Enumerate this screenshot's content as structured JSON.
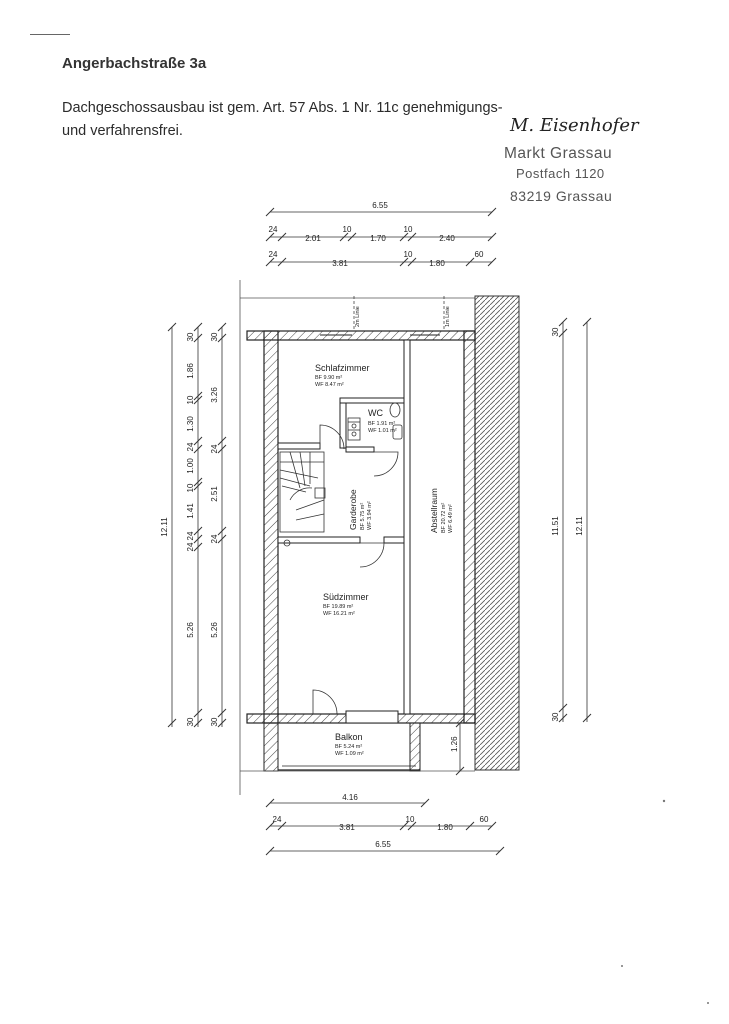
{
  "header": {
    "title": "Angerbachstraße 3a",
    "notice_line1": "Dachgeschossausbau ist gem. Art. 57 Abs. 1 Nr. 11c genehmigungs-",
    "notice_line2": "und verfahrensfrei."
  },
  "stamp": {
    "signature": "M. Eisenhofer",
    "authority": "Markt Grassau",
    "postbox": "Postfach 1120",
    "postal_city": "83219 Grassau"
  },
  "plan": {
    "dims_top": {
      "total": "6.55",
      "row1": [
        "24",
        "2.01",
        "10",
        "1.70",
        "10",
        "2.40"
      ],
      "row2": [
        "24",
        "3.81",
        "10",
        "1.80",
        "60"
      ]
    },
    "dims_bottom": {
      "partial": "4.16",
      "row1": [
        "24",
        "3.81",
        "10",
        "1.80",
        "60"
      ],
      "total": "6.55"
    },
    "dims_left": {
      "total": "12.11",
      "outer": [
        "30",
        "1.86",
        "10",
        "1.30",
        "24",
        "1.00",
        "10",
        "1.41",
        "24",
        "24",
        "5.26",
        "30"
      ],
      "inner": [
        "30",
        "3.26",
        "24",
        "2.51",
        "24",
        "5.26",
        "30"
      ]
    },
    "dims_right": {
      "inner": [
        "30",
        "11.51",
        "30"
      ],
      "total": "12.11"
    },
    "balcony_depth": "1.26",
    "line_labels": [
      "2m Linie",
      "1m Linie"
    ],
    "rooms": [
      {
        "name": "Schlafzimmer",
        "bf": "BF 9.90 m²",
        "wf": "WF 8.47 m²"
      },
      {
        "name": "WC",
        "bf": "BF 1.91 m²",
        "wf": "WF 1.01 m²"
      },
      {
        "name": "Garderobe",
        "bf": "BF 5.75 m²",
        "wf": "WF 3.94 m²"
      },
      {
        "name": "Abstellraum",
        "bf": "BF 20.72 m²",
        "wf": "WF 6.49 m²"
      },
      {
        "name": "Südzimmer",
        "bf": "BF 19.89 m²",
        "wf": "WF 16.21 m²"
      },
      {
        "name": "Balkon",
        "bf": "BF 5.24 m²",
        "wf": "WF 1.09 m²"
      }
    ]
  }
}
